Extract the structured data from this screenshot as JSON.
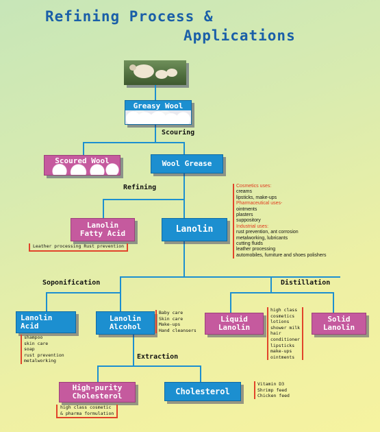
{
  "title": {
    "line1": "Refining Process &",
    "line2": "Applications"
  },
  "nodes": {
    "greasy_wool": "Greasy Wool",
    "scoured_wool": "Scoured Wool",
    "wool_grease": "Wool Grease",
    "lanolin_fatty_acid": [
      "Lanolin",
      "Fatty Acid"
    ],
    "lanolin": "Lanolin",
    "lanolin_acid": [
      "Lanolin",
      "Acid"
    ],
    "lanolin_alcohol": [
      "Lanolin",
      "Alcohol"
    ],
    "liquid_lanolin": [
      "Liquid",
      "Lanolin"
    ],
    "solid_lanolin": [
      "Solid",
      "Lanolin"
    ],
    "high_purity_cholesterol": [
      "High-purity",
      "Cholesterol"
    ],
    "cholesterol": "Cholesterol"
  },
  "processes": {
    "scouring": "Scouring",
    "refining": "Refining",
    "saponification": "Soponification",
    "distillation": "Distillation",
    "extraction": "Extraction"
  },
  "notes": {
    "fatty_acid_uses": "Leather processing  Rust prevention",
    "lanolin_uses": [
      {
        "text": "Cosmetics uses:",
        "red": true
      },
      {
        "text": "creams",
        "red": false
      },
      {
        "text": "lipsticks, make-ups",
        "red": false
      },
      {
        "text": "Pharmaceutical uses-",
        "red": true
      },
      {
        "text": "ointments",
        "red": false
      },
      {
        "text": "plasters",
        "red": false
      },
      {
        "text": "suppository",
        "red": false
      },
      {
        "text": "Industrial uses:",
        "red": true
      },
      {
        "text": "rust prevention, ant corrosion",
        "red": false
      },
      {
        "text": "metalworking, lubricants",
        "red": false
      },
      {
        "text": "cutting fluids",
        "red": false
      },
      {
        "text": "leather processing",
        "red": false
      },
      {
        "text": "automobiles, furniture and shoes polishers",
        "red": false
      }
    ],
    "acid_uses": [
      "shampoo",
      "skin care",
      "soap",
      "rust prevention",
      "metalworking"
    ],
    "alcohol_uses": [
      "Baby care",
      "Skin care",
      "Make-ups",
      "Hand cleansers"
    ],
    "liquid_uses": [
      "high class",
      "cosmetics",
      "lotions",
      "shower milk",
      "hair",
      "conditioner",
      "lipsticks",
      "make-ups",
      "ointments"
    ],
    "high_purity_uses": [
      "high class cosmetic",
      "& pharma formulation"
    ],
    "cholesterol_uses": [
      "Vitamin D3",
      "Shrimp feed",
      "Chicken feed"
    ]
  },
  "colors": {
    "blue_box": "#1c8fd0",
    "pink_box": "#c55a9e",
    "title": "#1a5fa8",
    "bracket": "#e1432a"
  }
}
